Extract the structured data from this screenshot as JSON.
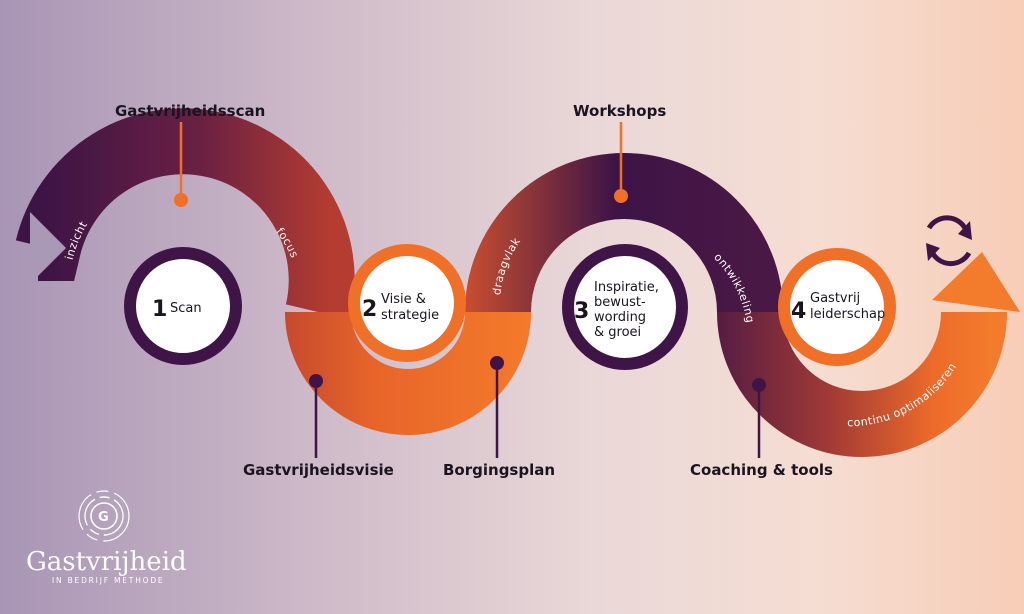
{
  "colors": {
    "purple": "#3f1547",
    "orange": "#f07028",
    "dark_text": "#1a1420"
  },
  "callouts": {
    "scan": "Gastvrijheidsscan",
    "visie": "Gastvrijheidsvisie",
    "workshops": "Workshops",
    "borging": "Borgingsplan",
    "coaching": "Coaching & tools"
  },
  "ribbon_labels": {
    "inzicht": "inzicht",
    "focus": "focus",
    "draagvlak": "draagvlak",
    "ontwikkeling": "ontwikkeling",
    "optimaliseren": "continu optimaliseren"
  },
  "steps": [
    {
      "number": "1",
      "lines": [
        "Scan"
      ]
    },
    {
      "number": "2",
      "lines": [
        "Visie &",
        "strategie"
      ]
    },
    {
      "number": "3",
      "lines": [
        "Inspiratie,",
        "bewust-",
        "wording",
        "& groei"
      ]
    },
    {
      "number": "4",
      "lines": [
        "Gastvrij",
        "leiderschap"
      ]
    }
  ],
  "logo": {
    "name": "Gastvrijheid",
    "subtitle": "IN BEDRIJF METHODE",
    "mark_letter": "G"
  },
  "icons": {
    "cycle": "refresh-cycle-icon"
  }
}
